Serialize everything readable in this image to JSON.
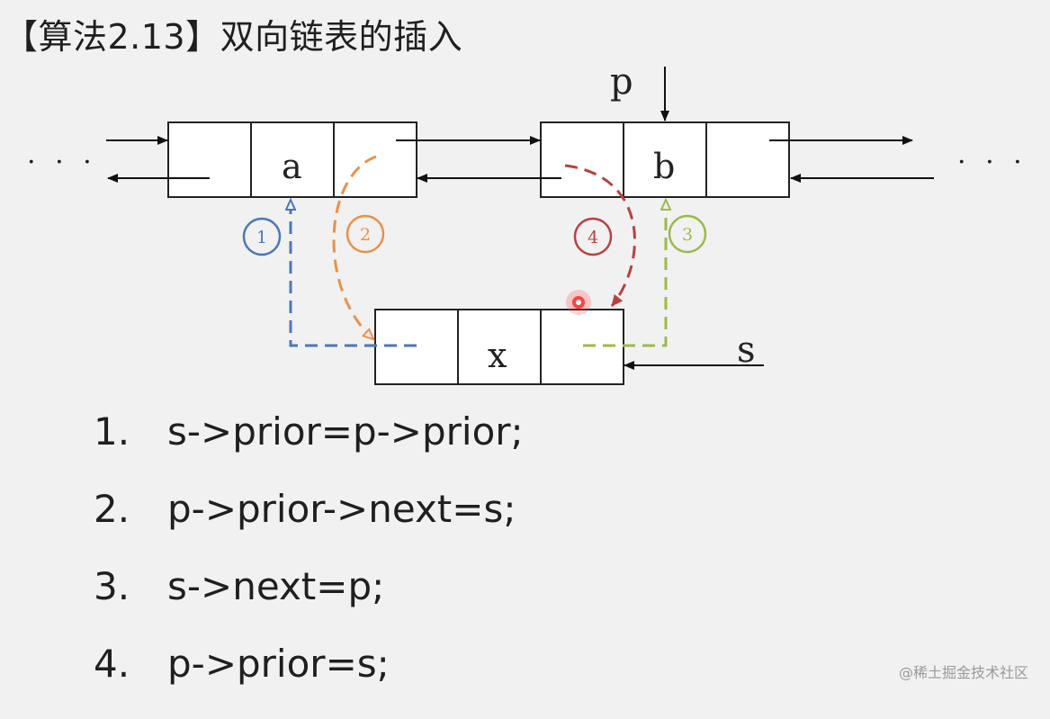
{
  "title": "【算法2.13】双向链表的插入",
  "diagram": {
    "nodes": {
      "a": "a",
      "b": "b",
      "x": "x"
    },
    "pointers": {
      "p": "p",
      "s": "s"
    },
    "ellipsis_left": "· · ·",
    "ellipsis_right": "· · ·",
    "step_markers": [
      "1",
      "2",
      "3",
      "4"
    ],
    "colors": {
      "step1": "#4a78b8",
      "step2": "#e8914a",
      "step3": "#9aba4a",
      "step4": "#b94040",
      "box": "#222222"
    }
  },
  "steps": [
    {
      "num": "1.",
      "code": "s->prior=p->prior;"
    },
    {
      "num": "2.",
      "code": "p->prior->next=s;"
    },
    {
      "num": "3.",
      "code": "s->next=p;"
    },
    {
      "num": "4.",
      "code": "p->prior=s;"
    }
  ],
  "watermark": "@稀土掘金技术社区"
}
